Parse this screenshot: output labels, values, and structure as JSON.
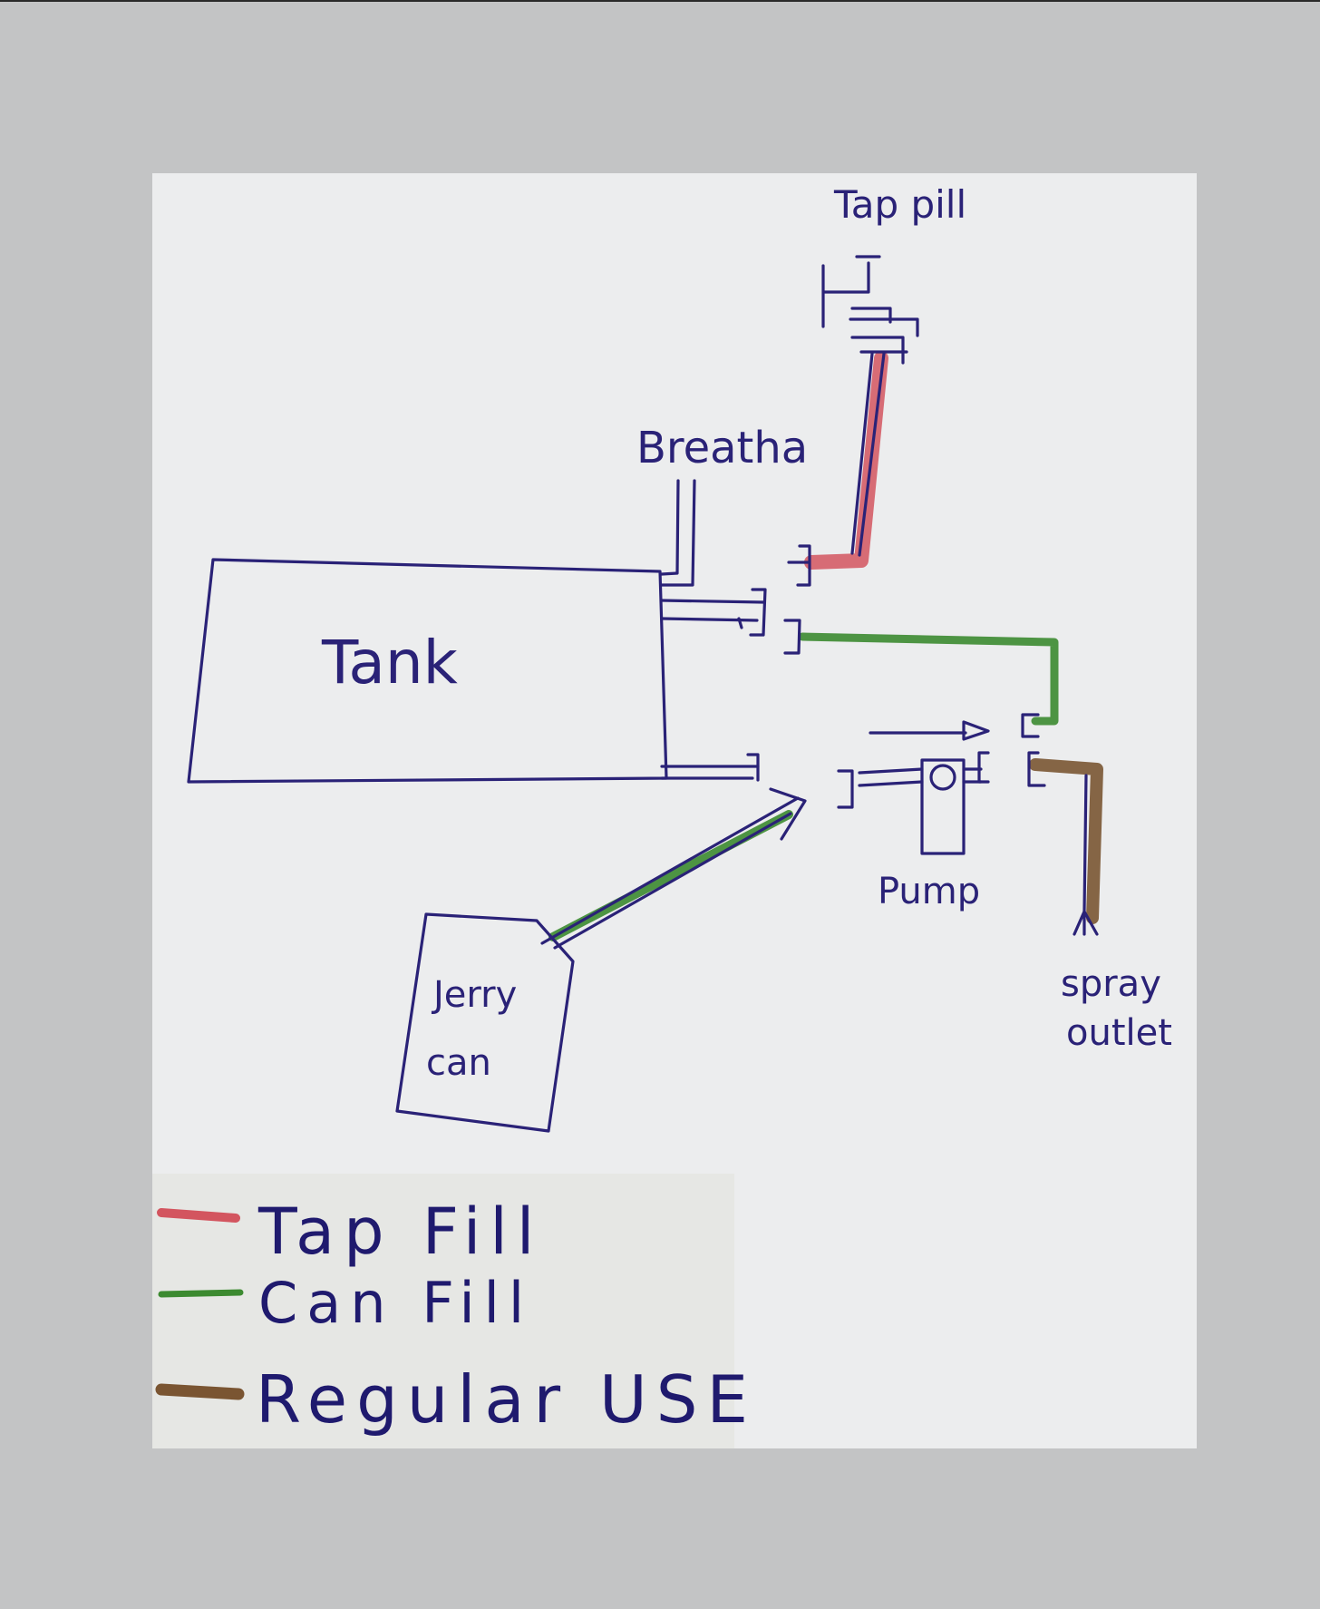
{
  "labels": {
    "tap_fill": "Tap pill",
    "breather": "Breatha",
    "tank": "Tank",
    "pump": "Pump",
    "jerry_can_line1": "Jerry",
    "jerry_can_line2": "can",
    "spray_outlet_line1": "spray",
    "spray_outlet_line2": "outlet"
  },
  "legend": [
    {
      "label": "Tap Fill",
      "color": "#d3555f"
    },
    {
      "label": "Can Fill",
      "color": "#3c8a30"
    },
    {
      "label": "Regular USE",
      "color": "#7a5532"
    }
  ],
  "colors": {
    "ink": "#2a2277",
    "tap_fill": "#d3555f",
    "can_fill": "#3c8a30",
    "regular_use": "#7a5532",
    "paper": "#ecedee",
    "background": "#c3c4c5"
  }
}
